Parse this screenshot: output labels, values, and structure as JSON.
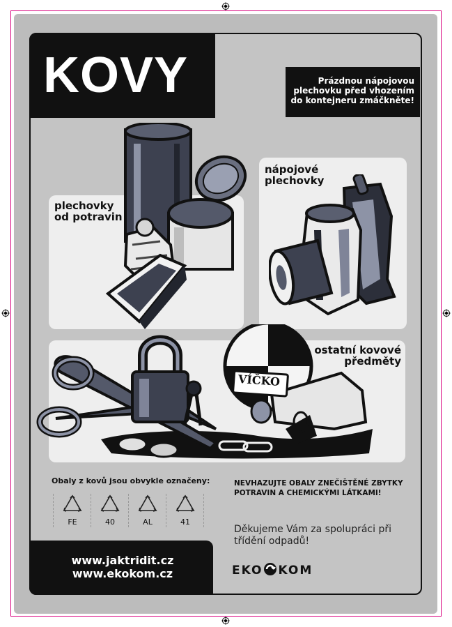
{
  "title": "KOVY",
  "notice": "Prázdnou nápojovou\nplechovku před vhozením\ndo kontejneru zmáčkněte!",
  "panels": {
    "food_cans": "plechovky\nod potravin",
    "drink_cans": "nápojové\nplechovky",
    "other_metal": "ostatní kovové\npředměty"
  },
  "lid_label": "VÍČKO",
  "marks": {
    "title": "Obaly z kovů jsou obvykle označeny:",
    "codes": [
      "FE",
      "40",
      "AL",
      "41"
    ],
    "icon": "recycling-triangle-icon"
  },
  "warning": "NEVHAZUJTE OBALY ZNEČIŠTĚNÉ ZBYTKY POTRAVIN A CHEMICKÝMI LÁTKAMI!",
  "thanks": "Děkujeme Vám za spolupráci při třídění odpadů!",
  "websites": [
    "www.jaktridit.cz",
    "www.ekokom.cz"
  ],
  "logo": {
    "left": "EKO",
    "right": "KOM"
  },
  "colors": {
    "dark": "#111111",
    "panel": "#eeeeee",
    "background": "#c4c4c4",
    "trim": "#d9007e"
  }
}
